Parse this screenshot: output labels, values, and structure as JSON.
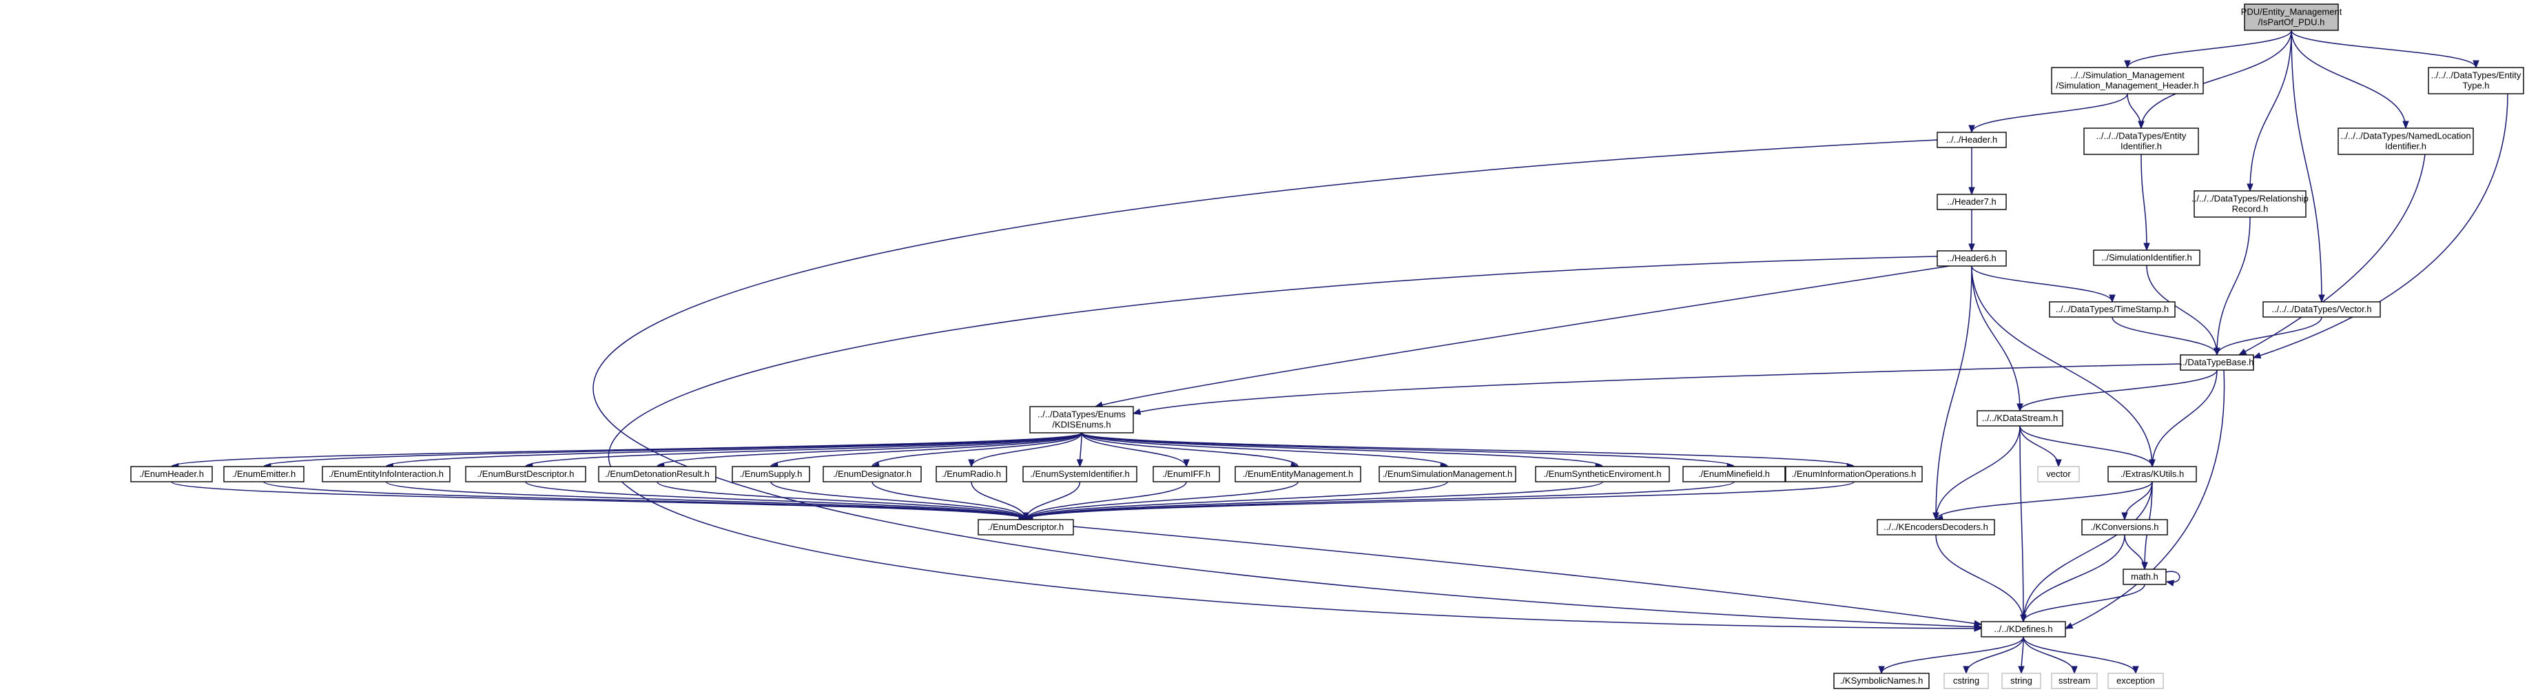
{
  "nodes": [
    {
      "id": "root",
      "label": [
        "PDU/Entity_Management",
        "/IsPartOf_PDU.h"
      ],
      "style": "root"
    },
    {
      "id": "smh",
      "label": [
        "../../Simulation_Management",
        "/Simulation_Management_Header.h"
      ],
      "style": "normal"
    },
    {
      "id": "entid",
      "label": [
        "../../../DataTypes/Entity",
        "Identifier.h"
      ],
      "style": "normal"
    },
    {
      "id": "enttype",
      "label": [
        "../../../DataTypes/Entity",
        "Type.h"
      ],
      "style": "normal"
    },
    {
      "id": "named",
      "label": [
        "../../../DataTypes/NamedLocation",
        "Identifier.h"
      ],
      "style": "normal"
    },
    {
      "id": "relrec",
      "label": [
        "../../../DataTypes/Relationship",
        "Record.h"
      ],
      "style": "normal"
    },
    {
      "id": "vector_h",
      "label": [
        "../../../DataTypes/Vector.h"
      ],
      "style": "normal"
    },
    {
      "id": "header",
      "label": [
        "../../Header.h"
      ],
      "style": "normal"
    },
    {
      "id": "header7",
      "label": [
        "../Header7.h"
      ],
      "style": "normal"
    },
    {
      "id": "simid",
      "label": [
        "../SimulationIdentifier.h"
      ],
      "style": "normal"
    },
    {
      "id": "header6",
      "label": [
        "../Header6.h"
      ],
      "style": "normal"
    },
    {
      "id": "timestamp",
      "label": [
        "../../DataTypes/TimeStamp.h"
      ],
      "style": "normal"
    },
    {
      "id": "dtbase",
      "label": [
        "../DataTypeBase.h"
      ],
      "style": "normal"
    },
    {
      "id": "disenums",
      "label": [
        "../../DataTypes/Enums",
        "/KDISEnums.h"
      ],
      "style": "normal"
    },
    {
      "id": "datastream",
      "label": [
        "../../KDataStream.h"
      ],
      "style": "normal"
    },
    {
      "id": "e_header",
      "label": [
        "./EnumHeader.h"
      ],
      "style": "normal"
    },
    {
      "id": "e_emitter",
      "label": [
        "./EnumEmitter.h"
      ],
      "style": "normal"
    },
    {
      "id": "e_entinfo",
      "label": [
        "./EnumEntityInfoInteraction.h"
      ],
      "style": "normal"
    },
    {
      "id": "e_burst",
      "label": [
        "./EnumBurstDescriptor.h"
      ],
      "style": "normal"
    },
    {
      "id": "e_deton",
      "label": [
        "./EnumDetonationResult.h"
      ],
      "style": "normal"
    },
    {
      "id": "e_supply",
      "label": [
        "./EnumSupply.h"
      ],
      "style": "normal"
    },
    {
      "id": "e_desig",
      "label": [
        "./EnumDesignator.h"
      ],
      "style": "normal"
    },
    {
      "id": "e_radio",
      "label": [
        "./EnumRadio.h"
      ],
      "style": "normal"
    },
    {
      "id": "e_sysid",
      "label": [
        "./EnumSystemIdentifier.h"
      ],
      "style": "normal"
    },
    {
      "id": "e_iff",
      "label": [
        "./EnumIFF.h"
      ],
      "style": "normal"
    },
    {
      "id": "e_entmgmt",
      "label": [
        "./EnumEntityManagement.h"
      ],
      "style": "normal"
    },
    {
      "id": "e_simmgmt",
      "label": [
        "./EnumSimulationManagement.h"
      ],
      "style": "normal"
    },
    {
      "id": "e_synth",
      "label": [
        "./EnumSyntheticEnviroment.h"
      ],
      "style": "normal"
    },
    {
      "id": "e_mine",
      "label": [
        "./EnumMinefield.h"
      ],
      "style": "normal"
    },
    {
      "id": "e_infoops",
      "label": [
        "./EnumInformationOperations.h"
      ],
      "style": "normal"
    },
    {
      "id": "vector",
      "label": [
        "vector"
      ],
      "style": "ext"
    },
    {
      "id": "extras",
      "label": [
        "./Extras/KUtils.h"
      ],
      "style": "normal"
    },
    {
      "id": "enumdesc",
      "label": [
        "./EnumDescriptor.h"
      ],
      "style": "normal"
    },
    {
      "id": "encdec",
      "label": [
        "../../KEncodersDecoders.h"
      ],
      "style": "normal"
    },
    {
      "id": "kconv",
      "label": [
        "./KConversions.h"
      ],
      "style": "normal"
    },
    {
      "id": "math",
      "label": [
        "math.h"
      ],
      "style": "normal"
    },
    {
      "id": "kdefines",
      "label": [
        "../../KDefines.h"
      ],
      "style": "normal"
    },
    {
      "id": "symbolic",
      "label": [
        "./KSymbolicNames.h"
      ],
      "style": "normal"
    },
    {
      "id": "cstring",
      "label": [
        "cstring"
      ],
      "style": "ext"
    },
    {
      "id": "string",
      "label": [
        "string"
      ],
      "style": "ext"
    },
    {
      "id": "sstream",
      "label": [
        "sstream"
      ],
      "style": "ext"
    },
    {
      "id": "exception",
      "label": [
        "exception"
      ],
      "style": "ext"
    }
  ],
  "edges": [
    [
      "root",
      "smh"
    ],
    [
      "root",
      "entid"
    ],
    [
      "root",
      "enttype"
    ],
    [
      "root",
      "named"
    ],
    [
      "root",
      "relrec"
    ],
    [
      "root",
      "vector_h"
    ],
    [
      "smh",
      "header"
    ],
    [
      "smh",
      "entid"
    ],
    [
      "entid",
      "simid"
    ],
    [
      "enttype",
      "dtbase"
    ],
    [
      "named",
      "dtbase"
    ],
    [
      "relrec",
      "dtbase"
    ],
    [
      "vector_h",
      "dtbase"
    ],
    [
      "header",
      "header7"
    ],
    [
      "header",
      "kdefines"
    ],
    [
      "header7",
      "header6"
    ],
    [
      "simid",
      "dtbase"
    ],
    [
      "header6",
      "timestamp"
    ],
    [
      "header6",
      "disenums"
    ],
    [
      "header6",
      "datastream"
    ],
    [
      "header6",
      "extras"
    ],
    [
      "header6",
      "encdec"
    ],
    [
      "header6",
      "kdefines"
    ],
    [
      "timestamp",
      "dtbase"
    ],
    [
      "dtbase",
      "disenums"
    ],
    [
      "dtbase",
      "datastream"
    ],
    [
      "dtbase",
      "extras"
    ],
    [
      "dtbase",
      "kdefines"
    ],
    [
      "disenums",
      "e_header"
    ],
    [
      "disenums",
      "e_emitter"
    ],
    [
      "disenums",
      "e_entinfo"
    ],
    [
      "disenums",
      "e_burst"
    ],
    [
      "disenums",
      "e_deton"
    ],
    [
      "disenums",
      "e_supply"
    ],
    [
      "disenums",
      "e_desig"
    ],
    [
      "disenums",
      "e_radio"
    ],
    [
      "disenums",
      "e_sysid"
    ],
    [
      "disenums",
      "e_iff"
    ],
    [
      "disenums",
      "e_entmgmt"
    ],
    [
      "disenums",
      "e_simmgmt"
    ],
    [
      "disenums",
      "e_synth"
    ],
    [
      "disenums",
      "e_mine"
    ],
    [
      "disenums",
      "e_infoops"
    ],
    [
      "e_header",
      "enumdesc"
    ],
    [
      "e_emitter",
      "enumdesc"
    ],
    [
      "e_entinfo",
      "enumdesc"
    ],
    [
      "e_burst",
      "enumdesc"
    ],
    [
      "e_deton",
      "enumdesc"
    ],
    [
      "e_supply",
      "enumdesc"
    ],
    [
      "e_desig",
      "enumdesc"
    ],
    [
      "e_radio",
      "enumdesc"
    ],
    [
      "e_sysid",
      "enumdesc"
    ],
    [
      "e_iff",
      "enumdesc"
    ],
    [
      "e_entmgmt",
      "enumdesc"
    ],
    [
      "e_simmgmt",
      "enumdesc"
    ],
    [
      "e_synth",
      "enumdesc"
    ],
    [
      "e_mine",
      "enumdesc"
    ],
    [
      "e_infoops",
      "enumdesc"
    ],
    [
      "enumdesc",
      "kdefines"
    ],
    [
      "datastream",
      "vector"
    ],
    [
      "datastream",
      "extras"
    ],
    [
      "datastream",
      "encdec"
    ],
    [
      "datastream",
      "kdefines"
    ],
    [
      "extras",
      "encdec"
    ],
    [
      "extras",
      "kconv"
    ],
    [
      "extras",
      "math"
    ],
    [
      "extras",
      "kdefines"
    ],
    [
      "encdec",
      "kdefines"
    ],
    [
      "kconv",
      "math"
    ],
    [
      "kconv",
      "kdefines"
    ],
    [
      "math",
      "math"
    ],
    [
      "math",
      "kdefines"
    ],
    [
      "kdefines",
      "symbolic"
    ],
    [
      "kdefines",
      "cstring"
    ],
    [
      "kdefines",
      "string"
    ],
    [
      "kdefines",
      "sstream"
    ],
    [
      "kdefines",
      "exception"
    ]
  ]
}
